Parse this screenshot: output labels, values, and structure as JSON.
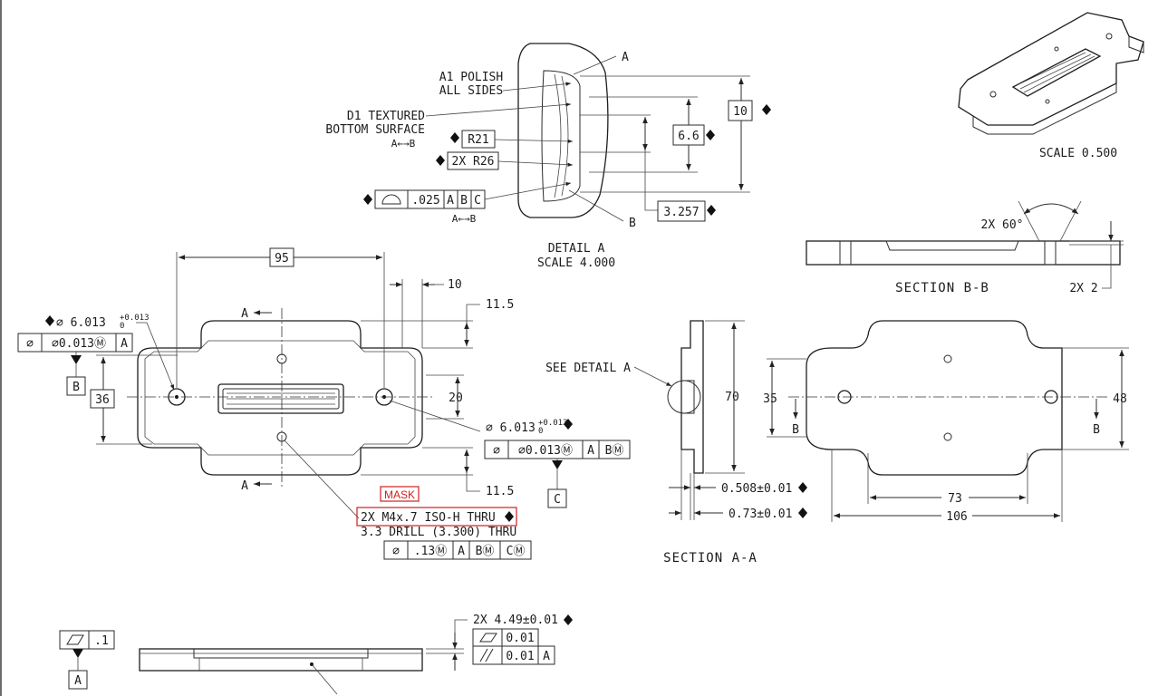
{
  "colors": {
    "ink": "#1c1c1c",
    "mask_red": "#d21f1f",
    "paper": "#ffffff"
  },
  "detail_a": {
    "title": "DETAIL  A",
    "scale": "SCALE  4.000",
    "polish": [
      "A1 POLISH",
      "ALL SIDES"
    ],
    "textured": [
      "D1 TEXTURED",
      "BOTTOM SURFACE"
    ],
    "a_to_b": "A←→B",
    "r21": "R21",
    "r26": "2X R26",
    "profile": [
      ".025",
      "A",
      "B",
      "C"
    ],
    "dim_10": "10",
    "dim_66": "6.6",
    "dim_3257": "3.257",
    "label_a": "A",
    "label_b": "B"
  },
  "iso_view": {
    "scale": "SCALE  0.500"
  },
  "section_bb": {
    "title": "SECTION  B-B",
    "angle": "2X 60°",
    "depth": "2X 2"
  },
  "top_view": {
    "dim_95": "95",
    "dim_10": "10",
    "dim_115_top": "11.5",
    "dim_115_bot": "11.5",
    "dim_20": "20",
    "dim_36": "36",
    "hole_left": "⌀ 6.013",
    "hole_left_tol_upper": "+0.013",
    "hole_left_tol_lower": "0",
    "pos_left": [
      "⌀",
      "⌀0.013Ⓜ",
      "A"
    ],
    "datum_b": "B",
    "hole_right": "⌀ 6.013",
    "hole_right_tol_upper": "+0.013",
    "hole_right_tol_lower": "0",
    "pos_right": [
      "⌀",
      "⌀0.013Ⓜ",
      "A",
      "BⓂ"
    ],
    "datum_c": "C",
    "section_mark": "A",
    "mask": "MASK",
    "thread": "2X M4x.7 ISO-H THRU",
    "drill": "3.3 DRILL (3.300) THRU",
    "pos_holes": [
      "⌀",
      ".13Ⓜ",
      "A",
      "BⓂ",
      "CⓂ"
    ]
  },
  "section_aa": {
    "title": "SECTION  A-A",
    "see_detail": "SEE DETAIL  A",
    "dim_70": "70",
    "dim_0508": "0.508±0.01",
    "dim_073": "0.73±0.01"
  },
  "back_view": {
    "dim_35": "35",
    "dim_48": "48",
    "dim_73": "73",
    "dim_106": "106",
    "mark_b": "B"
  },
  "side_view": {
    "flatness": [
      ".1"
    ],
    "datum_a": "A",
    "dim_449": "2X 4.49±0.01",
    "flat2": [
      "0.01"
    ],
    "parallel": [
      "0.01",
      "A"
    ]
  }
}
